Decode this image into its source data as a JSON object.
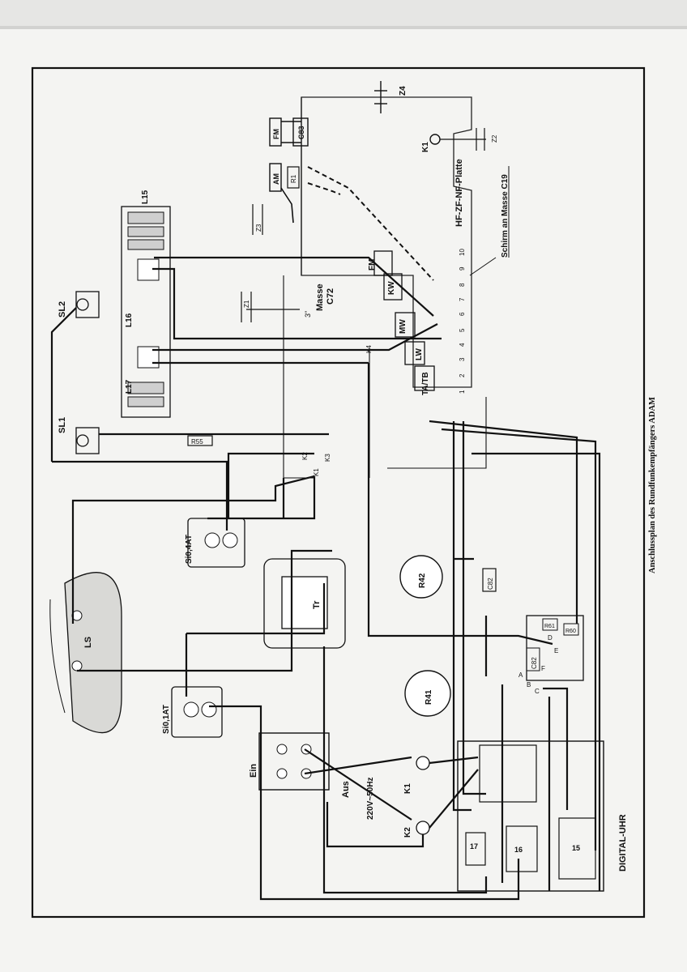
{
  "caption": "Anschlussplan des Rundfunkempfängers ADAM",
  "board_title": "HF-ZF-NF-Platte",
  "shield_note": "Schirm an Masse C19",
  "clock_label": "DIGITAL-UHR",
  "mains_label": "220V~50Hz",
  "switch_labels": {
    "on": "Ein",
    "off": "Aus"
  },
  "ground_label": "Masse",
  "components": {
    "z4": "Z4",
    "z2": "Z2",
    "z3": "Z3",
    "z1": "Z1",
    "fm": "FM",
    "am": "AM",
    "c83": "C83",
    "r1": "R1",
    "k1_ant": "K1",
    "l15": "L15",
    "l16": "L16",
    "l17": "L17",
    "sl1": "SL1",
    "sl2": "SL2",
    "r55": "R55",
    "c72": "C72",
    "fuse1": "Si0,4AT",
    "fuse2": "Si0,1AT",
    "ls": "LS",
    "tr": "Tr",
    "r42": "R42",
    "r41": "R41",
    "c82": "C82",
    "r61": "R61",
    "r60": "R60",
    "k1_motor": "K1",
    "k2_motor": "K2",
    "m15": "15",
    "m16": "16",
    "m17": "17",
    "k2": "K2",
    "k3": "K3",
    "k4": "K4",
    "k1w": "K1"
  },
  "bands": [
    "FM",
    "KW",
    "MW",
    "LW",
    "TA/TB"
  ],
  "board_pins": [
    "1",
    "2",
    "3",
    "4",
    "5",
    "6",
    "7",
    "8",
    "9",
    "10"
  ],
  "misc": {
    "pin3": "3\"",
    "a": "A",
    "b": "B",
    "c": "C",
    "d": "D",
    "e": "E",
    "f": "F"
  }
}
